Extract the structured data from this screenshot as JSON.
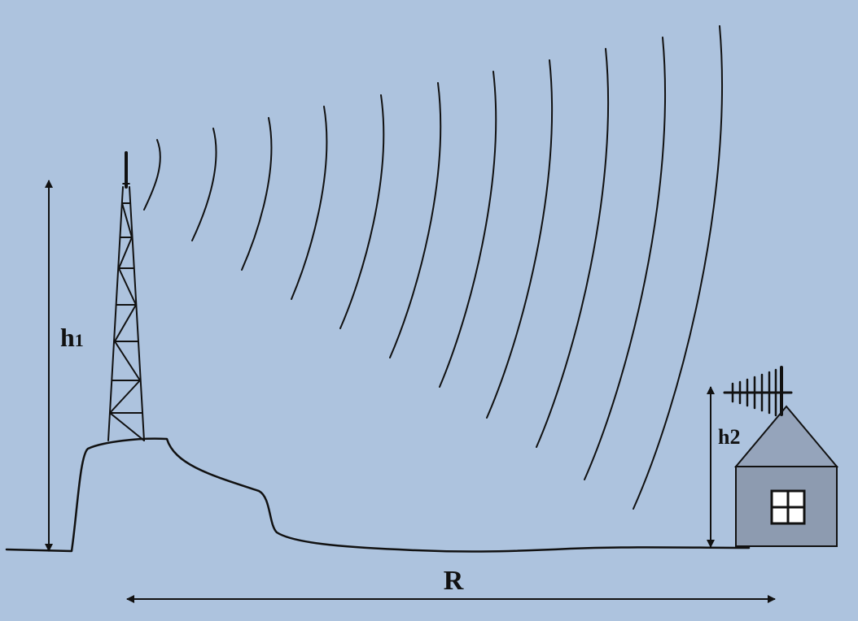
{
  "labels": {
    "h1": "h",
    "h1_sub": "1",
    "h2": "h2",
    "r": "R"
  },
  "colors": {
    "background": "#adc3de",
    "ink": "#111111",
    "house_wall": "#8d9bb0",
    "house_roof": "#95a4bb",
    "window": "#ffffff"
  }
}
